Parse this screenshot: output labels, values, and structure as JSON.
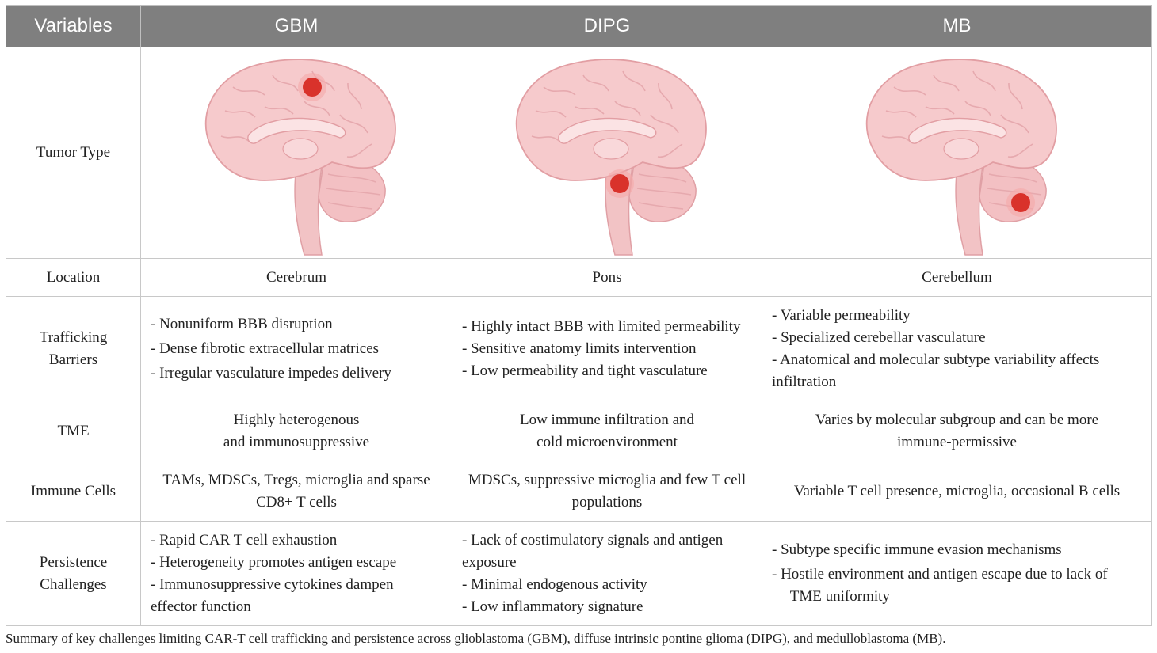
{
  "header": {
    "variables": "Variables",
    "gbm": "GBM",
    "dipg": "DIPG",
    "mb": "MB"
  },
  "rows": {
    "tumor_type": {
      "label": "Tumor Type"
    },
    "location": {
      "label": "Location",
      "gbm": "Cerebrum",
      "dipg": "Pons",
      "mb": "Cerebellum"
    },
    "trafficking": {
      "label_line1": "Trafficking",
      "label_line2": "Barriers",
      "gbm": [
        "- Nonuniform BBB disruption",
        "- Dense fibrotic extracellular matrices",
        "- Irregular vasculature impedes delivery"
      ],
      "dipg": [
        "- Highly intact BBB with limited permeability",
        "- Sensitive anatomy limits intervention",
        "- Low permeability and tight vasculature"
      ],
      "mb": [
        "- Variable permeability",
        "- Specialized cerebellar vasculature",
        "- Anatomical and molecular subtype variability affects infiltration"
      ]
    },
    "tme": {
      "label": "TME",
      "gbm_line1": "Highly heterogenous",
      "gbm_line2": "and immunosuppressive",
      "dipg_line1": "Low immune infiltration and",
      "dipg_line2": "cold microenvironment",
      "mb_line1": "Varies by molecular subgroup and can be more",
      "mb_line2": "immune-permissive"
    },
    "immune": {
      "label": "Immune Cells",
      "gbm": "TAMs, MDSCs, Tregs, microglia and sparse CD8+ T cells",
      "dipg": "MDSCs, suppressive microglia and few T cell populations",
      "mb": "Variable T cell presence, microglia, occasional B cells"
    },
    "persistence": {
      "label_line1": "Persistence",
      "label_line2": "Challenges",
      "gbm": [
        "- Rapid CAR T cell exhaustion",
        "- Heterogeneity promotes antigen escape",
        "- Immunosuppressive cytokines dampen effector function"
      ],
      "dipg": [
        "- Lack of costimulatory signals and antigen exposure",
        "- Minimal endogenous activity",
        "- Low inflammatory signature"
      ],
      "mb": [
        "- Subtype specific immune evasion mechanisms",
        "- Hostile environment and antigen escape due to lack of TME uniformity"
      ]
    }
  },
  "caption": "Summary of key challenges limiting CAR-T cell trafficking and persistence across glioblastoma (GBM), diffuse intrinsic pontine glioma (DIPG), and medulloblastoma (MB).",
  "colors": {
    "header_bg": "#7f7f7f",
    "brain_fill": "#f4c6c8",
    "brain_stroke": "#e29ea3",
    "tumor": "#d9322b"
  }
}
